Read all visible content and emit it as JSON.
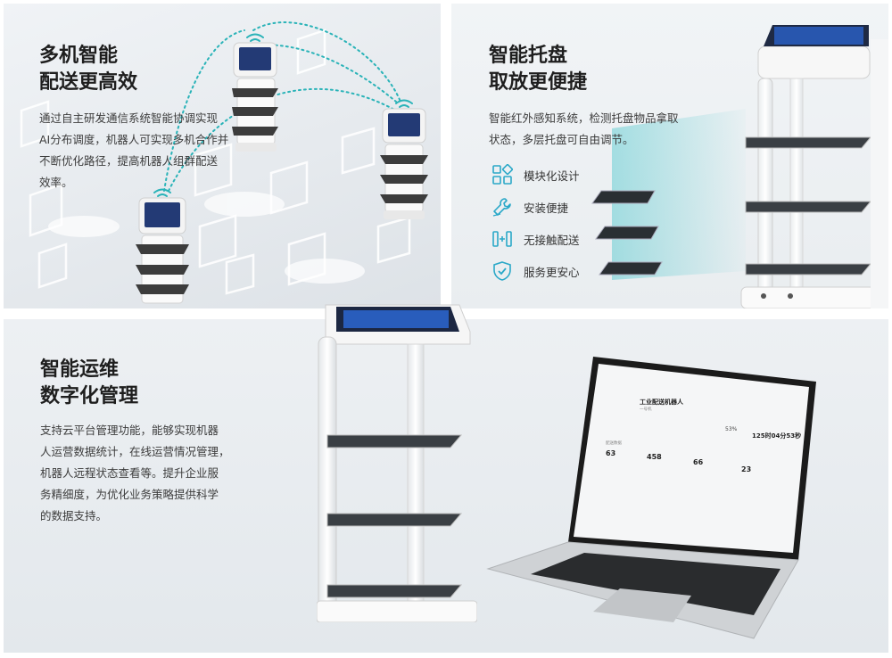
{
  "panel_dispatch": {
    "title_lines": [
      "多机智能",
      "配送更高效"
    ],
    "desc_lines": [
      "通过自主研发通信系统智能协调实现",
      "AI分布调度，机器人可实现多机合作并",
      "不断优化路径，提高机器人组群配送",
      "效率。"
    ]
  },
  "panel_tray": {
    "title_lines": [
      "智能托盘",
      "取放更便捷"
    ],
    "desc_lines": [
      "智能红外感知系统，检测托盘物品拿取",
      "状态，多层托盘可自由调节。"
    ],
    "features": [
      {
        "icon": "modules-icon",
        "label": "模块化设计"
      },
      {
        "icon": "wrench-icon",
        "label": "安装便捷"
      },
      {
        "icon": "contactless-icon",
        "label": "无接触配送"
      },
      {
        "icon": "shield-check-icon",
        "label": "服务更安心"
      }
    ]
  },
  "panel_ops": {
    "title_lines": [
      "智能运维",
      "数字化管理"
    ],
    "desc_lines": [
      "支持云平台管理功能，能够实现机器",
      "人运营数据统计，在线运营情况管理，",
      "机器人远程状态查看等。提升企业服",
      "务精细度，为优化业务策略提供科学",
      "的数据支持。"
    ],
    "laptop": {
      "robot_name": "工业配送机器人",
      "robot_sub": "一号机",
      "battery": "53%",
      "runtime": "125时04分53秒",
      "stat_label": "配送数据",
      "stats": [
        "63",
        "458",
        "66",
        "23"
      ]
    }
  },
  "colors": {
    "accent": "#2ab3b8",
    "title": "#1e1e1e",
    "text": "#3c3c3c",
    "teal_icon": "#2aa8c8"
  }
}
